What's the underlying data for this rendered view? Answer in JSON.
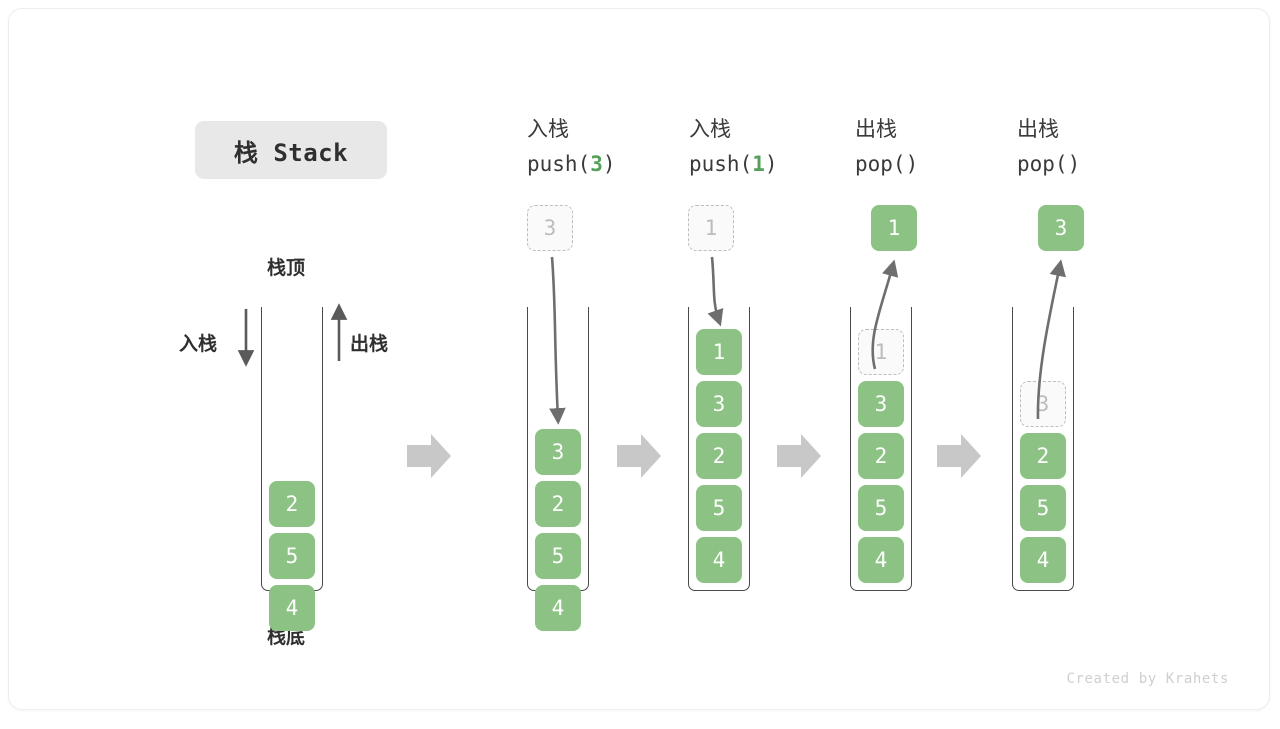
{
  "title_badge": "栈 Stack",
  "labels": {
    "top": "栈顶",
    "bottom": "栈底",
    "push_side": "入栈",
    "pop_side": "出栈"
  },
  "credit": "Created by Krahets",
  "colors": {
    "cell_green": "#8cc284",
    "cell_text": "#ffffff",
    "ghost_border": "#bdbdbd",
    "ghost_text": "#bcbcbc",
    "wall": "#4a4a4a",
    "flow_arrow": "#c8c8c8",
    "accent_digit": "#55a05b",
    "badge_bg": "#e8e8e8"
  },
  "columns": [
    {
      "id": "initial",
      "head_line1": "",
      "head_line2": "",
      "stack": [
        "2",
        "5",
        "4"
      ]
    },
    {
      "id": "push-3",
      "head_line1": "入栈",
      "head_line2_pre": "push(",
      "head_line2_arg": "3",
      "head_line2_post": ")",
      "incoming_value": "3",
      "stack": [
        "3",
        "2",
        "5",
        "4"
      ]
    },
    {
      "id": "push-1",
      "head_line1": "入栈",
      "head_line2_pre": "push(",
      "head_line2_arg": "1",
      "head_line2_post": ")",
      "incoming_value": "1",
      "stack": [
        "1",
        "3",
        "2",
        "5",
        "4"
      ]
    },
    {
      "id": "pop-1",
      "head_line1": "出栈",
      "head_line2_pre": "pop(",
      "head_line2_arg": "",
      "head_line2_post": ")",
      "popped_value": "1",
      "ghost_value": "1",
      "stack": [
        "3",
        "2",
        "5",
        "4"
      ]
    },
    {
      "id": "pop-3",
      "head_line1": "出栈",
      "head_line2_pre": "pop(",
      "head_line2_arg": "",
      "head_line2_post": ")",
      "popped_value": "3",
      "ghost_value": "3",
      "stack": [
        "2",
        "5",
        "4"
      ]
    }
  ]
}
